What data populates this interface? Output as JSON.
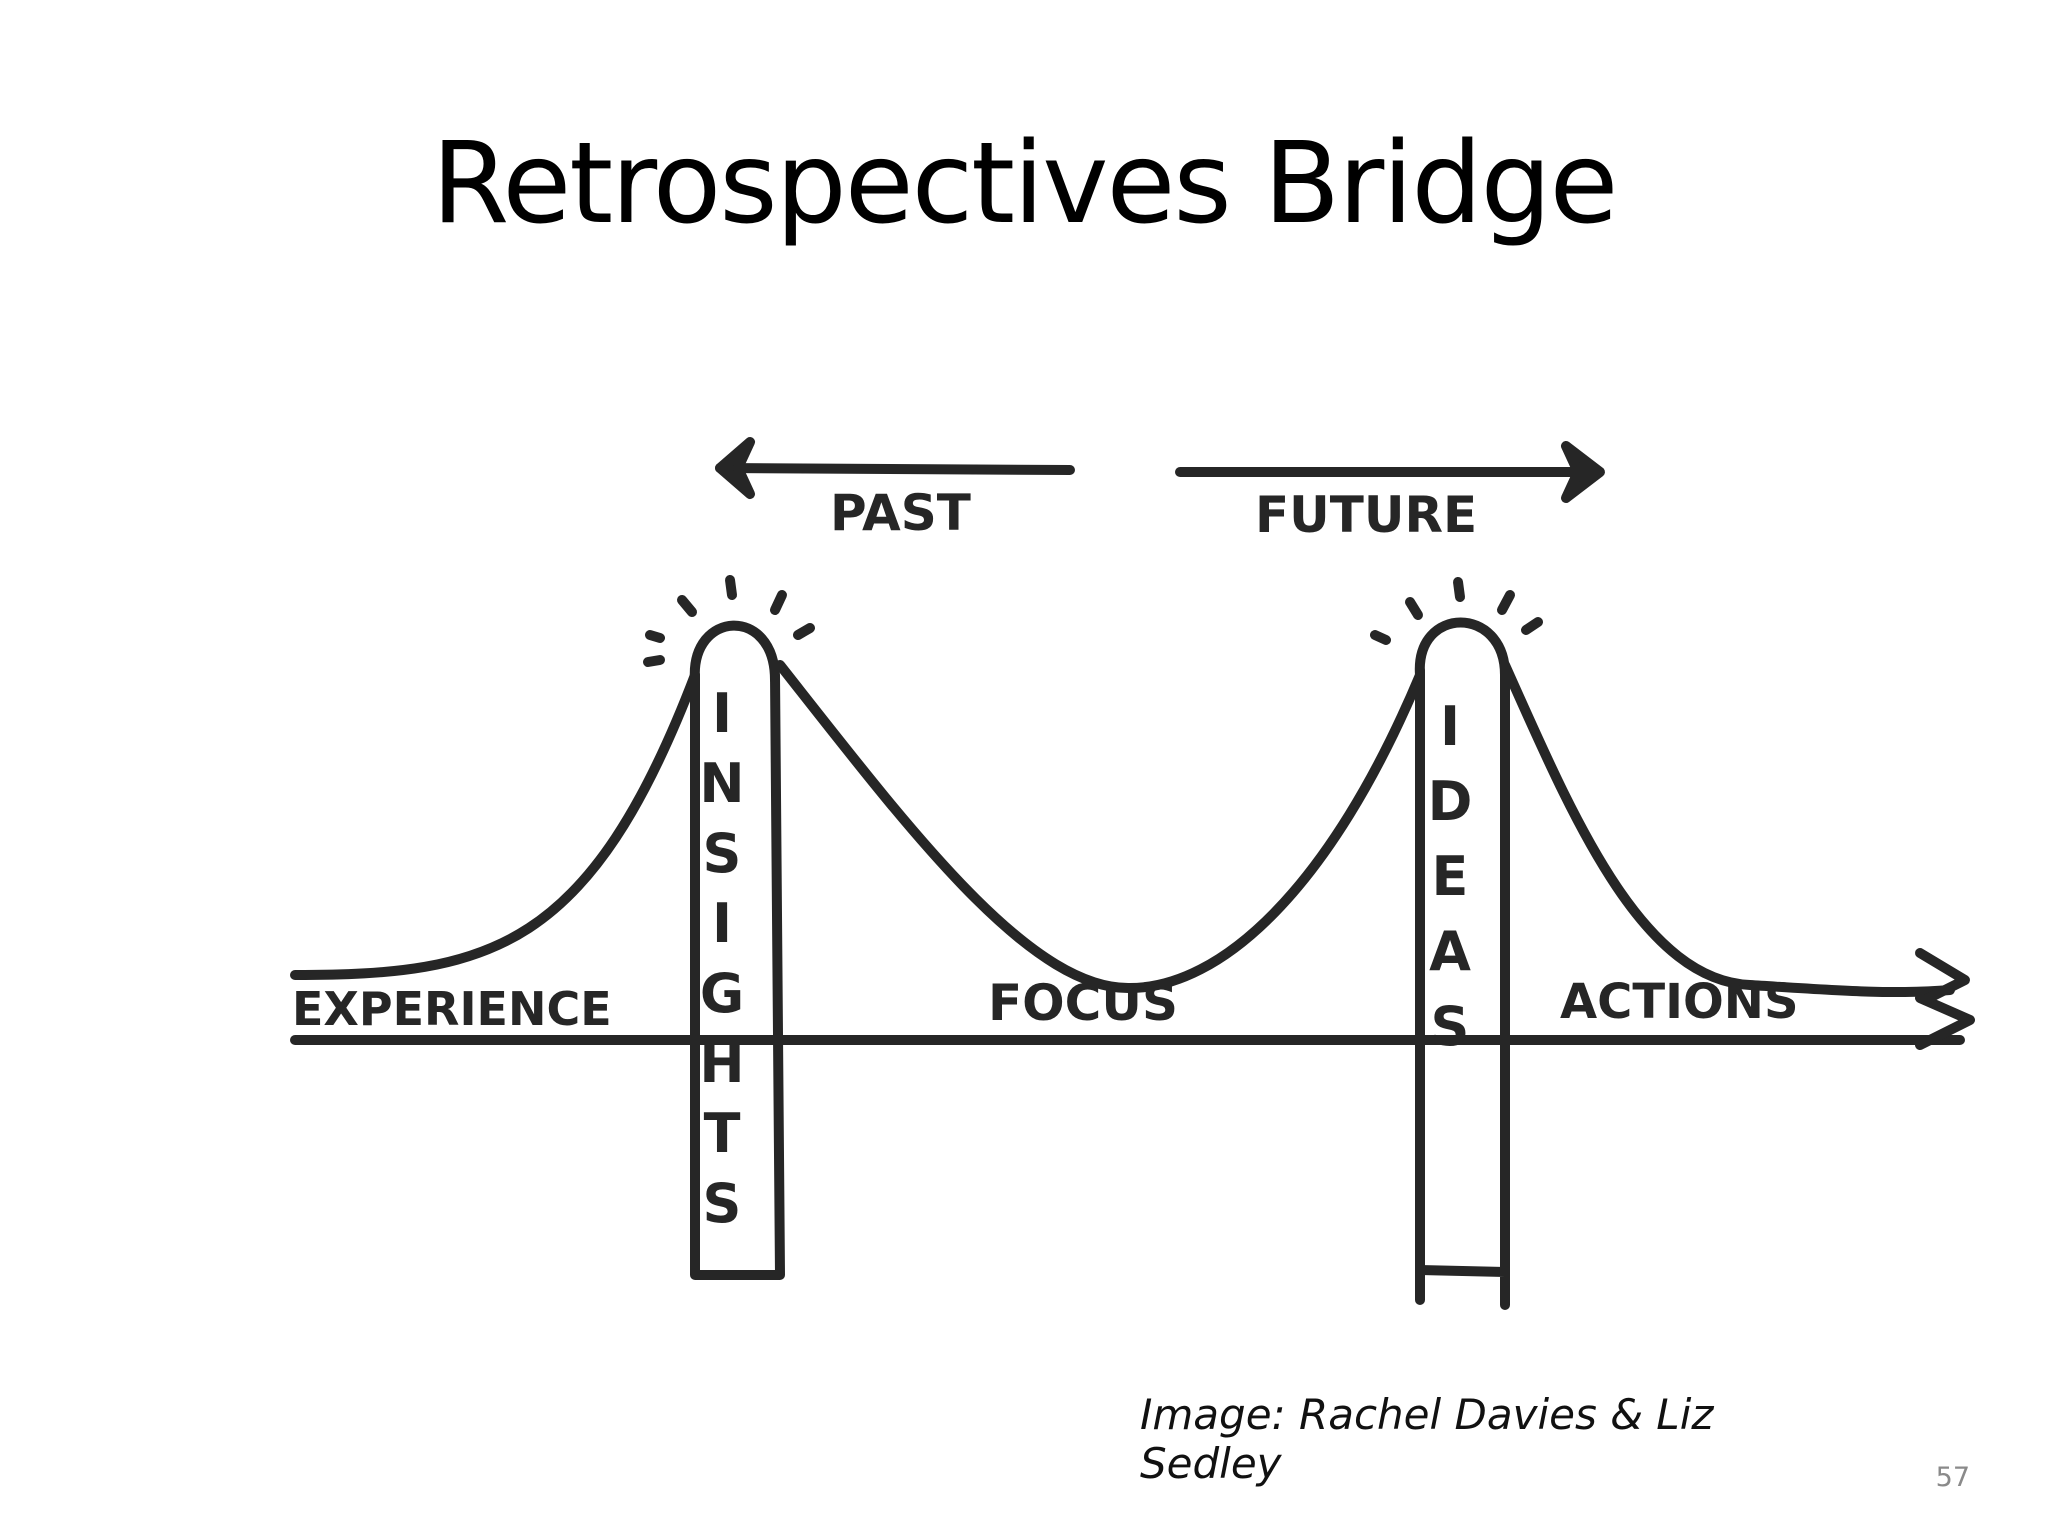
{
  "slide": {
    "title": "Retrospectives Bridge",
    "credit": "Image: Rachel Davies & Liz Sedley",
    "page_number": "57"
  },
  "diagram": {
    "past_label": "PAST",
    "future_label": "FUTURE",
    "experience_label": "EXPERIENCE",
    "focus_label": "FOCUS",
    "actions_label": "ACTIONS",
    "insights_tower": [
      "I",
      "N",
      "S",
      "I",
      "G",
      "H",
      "T",
      "S"
    ],
    "ideas_tower": [
      "I",
      "D",
      "E",
      "A",
      "S"
    ],
    "ink_color": "#262626"
  }
}
